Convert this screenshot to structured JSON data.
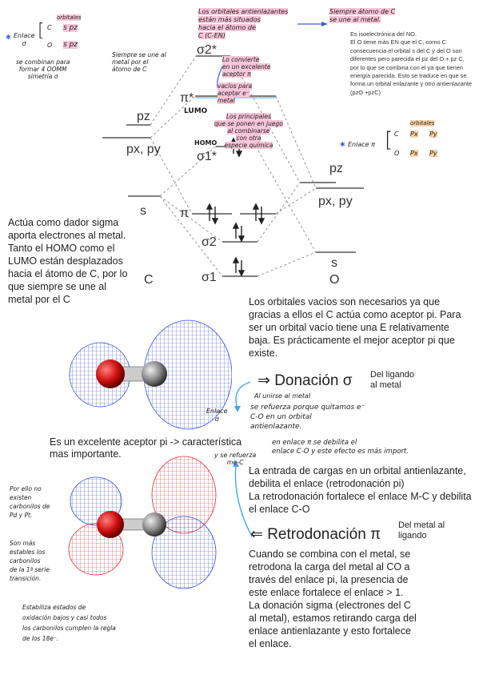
{
  "mo_diagram": {
    "top_note": "Los orbitales antienlazantes\nestán más situados\nhacia el átomo de\nC (C-EN)",
    "top_right_note": "Siempre átomo de C\nse une al metal.",
    "homo_side_note": "Siempre se une al\nmetal por el\nátomo de C",
    "enlace_sigma_note": "se combinan para\nformar 4 OOMM\nsimetría σ",
    "lumo_note_1": "Lo convierte\nen un excelente\naceptor π",
    "lumo_note_2": "vacíos para\naceptar e⁻\nmetal",
    "homo_note": "Los principales\nque se ponen en juego\nal combinarse\ncon otra\nespecie química",
    "sigma2_star": "σ2*",
    "pi_star": "π*",
    "lumo_label": "LUMO",
    "homo_label": "HOMO",
    "sigma1_star": "σ1*",
    "pz_left": "pz",
    "pxpy_left": "px, py",
    "s_left": "s",
    "pi_label": "π",
    "sigma2": "σ2",
    "sigma1": "σ1",
    "C_label": "C",
    "pz_right": "pz",
    "pxpy_right": "px, py",
    "s_right": "s",
    "O_label": "O"
  },
  "enlace_sigma": {
    "label": "Enlace\nσ",
    "row_c": "C",
    "row_o": "O",
    "header": "orbitales",
    "orb_c": "s pz",
    "orb_o": "s pz"
  },
  "enlace_pi": {
    "label": "Enlace π",
    "row_c": "C",
    "row_o": "O",
    "header": "orbitales",
    "orb_c_1": "Px",
    "orb_c_2": "Py",
    "orb_o_1": "Px",
    "orb_o_2": "Py"
  },
  "isoelectronic_text": "Es isoelectrónica del NO.\nEl O tiene más EN que el C, como C consecuencia el orbital s del C y del O son diferentes pero parecida el pz del O + pz C, por lo que se combina con el ya que tienen energía parecida. Esto se traduce en que se forma un orbital enlazante y otro antienlazante (pzO +pzC)",
  "left_text": "Actúa como dador sigma aporta electrones al metal. Tanto el HOMO como el LUMO están desplazados hacia el átomo de C, por lo que siempre se une al metal por el C",
  "right_text": "Los orbitales vacíos son necesarios ya que gracias a ellos el C actúa como aceptor pi. Para ser un orbital vacío tiene una E relativamente baja. Es prácticamente el mejor aceptor pi que existe.",
  "donacion": {
    "title": "⇒ Donación σ",
    "side": "Del ligando\nal metal",
    "hand_1": "Al unirse al metal",
    "hand_2": "se refuerza porque quitamos e⁻\nC-O            en un orbital\n                   antienlazante.",
    "enlace_sigma": "Enlace\nσ"
  },
  "excelente_text": "Es un excelente aceptor pi -> característica mas importante.",
  "enlace_pi_note": "en enlace π se debilita el\nenlace C-O y este efecto es más import.",
  "refuerza_note": "y se refuerza\nme-C",
  "retro_info": "La entrada de cargas en un orbital antienlazante, debilita el enlace (retrodonación pi)\nLa retrodonación fortalece el enlace M-C y debilita el enlace C-O",
  "retrodonacion": {
    "title": "⇐ Retrodonación π",
    "side": "Del metal al\nligando"
  },
  "bottom_text": "Cuando se combina con el metal, se retrodona la carga del metal al CO a través del enlace pi, la presencia de este enlace fortalece el enlace > 1.\nLa donación sigma (electrones del C al metal), estamos retirando carga del enlace antienlazante y esto fortalece el enlace.",
  "hand_notes": {
    "no_existen": "Por ello no\nexisten\ncarbonilos de\nPd y Pt.",
    "estables": "Son más\nestables los\ncarbonilos\nde la 1ª serie\ntransición.",
    "estabiliza": "Estabiliza estados de\noxidación bajos y casi todos\nlos carbonilos cumplen la regla\nde los 18e⁻."
  },
  "colors": {
    "blue_mesh": "#3b4fe0",
    "red_mesh": "#e0303a",
    "arrow_blue": "#4aa3e8",
    "highlight_pink": "#f7c6d8",
    "highlight_orange": "#fbd3a8"
  }
}
